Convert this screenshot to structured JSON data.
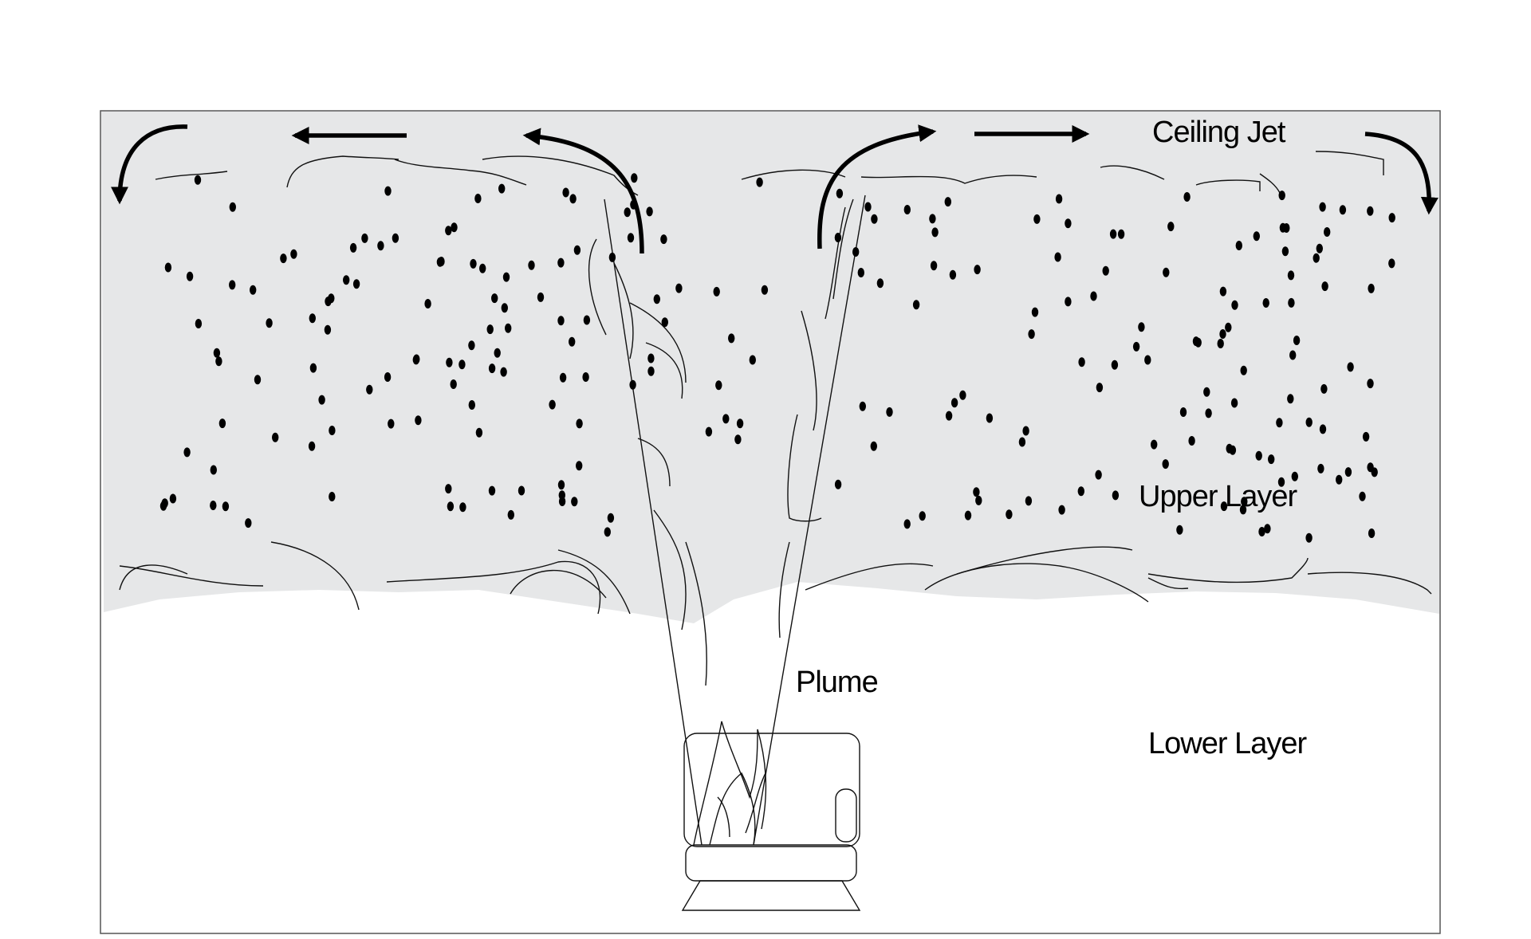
{
  "labels": {
    "ceiling_jet": "Ceiling Jet",
    "upper_layer": "Upper Layer",
    "plume": "Plume",
    "lower_layer": "Lower Layer"
  },
  "colors": {
    "upper_layer_fill": "#e6e7e8",
    "lines": "#111111",
    "particles": "#000000"
  }
}
